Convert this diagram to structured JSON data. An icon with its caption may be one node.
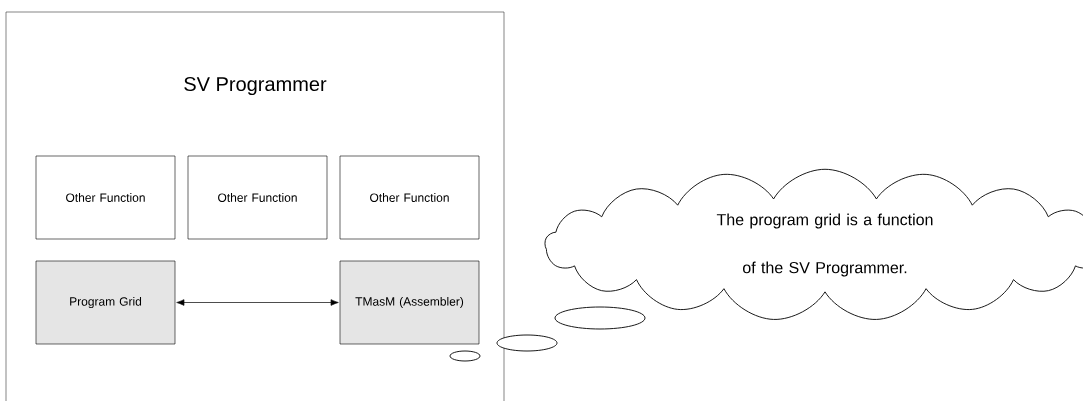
{
  "diagram": {
    "nodes": [
      {
        "text": [
          "SV Programmer"
        ]
      },
      {
        "text": [
          "Other Function"
        ],
        "in": 0
      },
      {
        "text": [
          "Other Function"
        ],
        "in": 0
      },
      {
        "text": [
          "Other Function"
        ],
        "in": 0
      },
      {
        "text": [
          "Program Grid"
        ],
        "in": 0
      },
      {
        "text": [
          "TMasM (Assembler)"
        ],
        "in": 0
      },
      {
        "text": [
          "The program grid is a function of the SV Programmer."
        ]
      }
    ],
    "edges": [
      {
        "from": 4,
        "to": 5,
        "arrow": "both"
      }
    ]
  }
}
